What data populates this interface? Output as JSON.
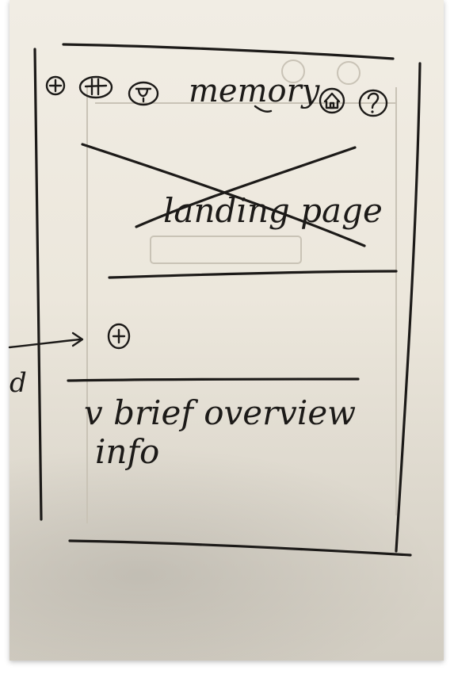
{
  "header": {
    "title": "memory",
    "left_icons": [
      "plus-circle-icon",
      "grid-add-icon",
      "badge-icon"
    ],
    "right_icons": [
      "home-icon",
      "help-icon"
    ]
  },
  "hero": {
    "placeholder_label": "landing page",
    "crossed_out": true
  },
  "action": {
    "icon": "plus-circle-icon"
  },
  "overview": {
    "text_line1": "v brief overview",
    "text_line2": "info"
  },
  "margin_note": {
    "text": "d"
  }
}
